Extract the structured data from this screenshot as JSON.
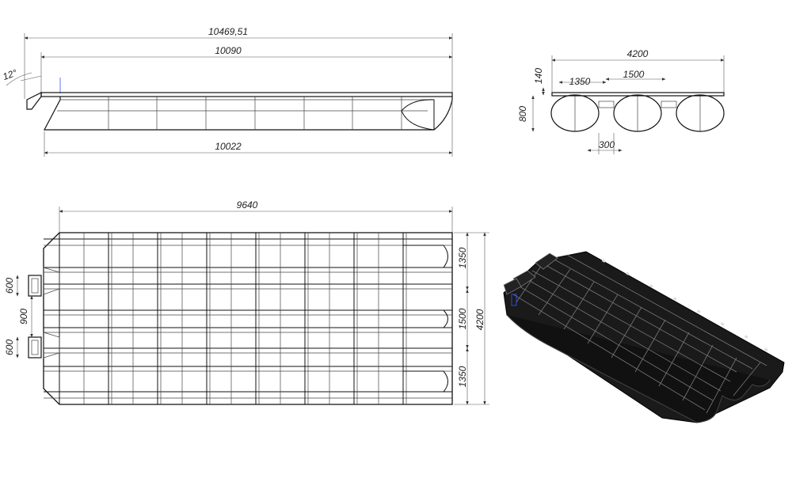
{
  "side_view": {
    "overall_length": "10469,51",
    "deck_length": "10090",
    "pontoon_length": "10022",
    "ramp_angle": "12°"
  },
  "front_view": {
    "overall_width": "4200",
    "deck_thickness": "140",
    "pontoon_height": "800",
    "outer_spacing": "1350",
    "center_spacing": "1500",
    "gap": "300"
  },
  "plan_view": {
    "length": "9640",
    "left_600_top": "600",
    "left_900": "900",
    "left_600_bottom": "600",
    "right_1350_top": "1350",
    "right_1500": "1500",
    "right_1350_bottom": "1350",
    "overall_width": "4200"
  },
  "iso_view": {
    "color": "#1a1a1a"
  }
}
